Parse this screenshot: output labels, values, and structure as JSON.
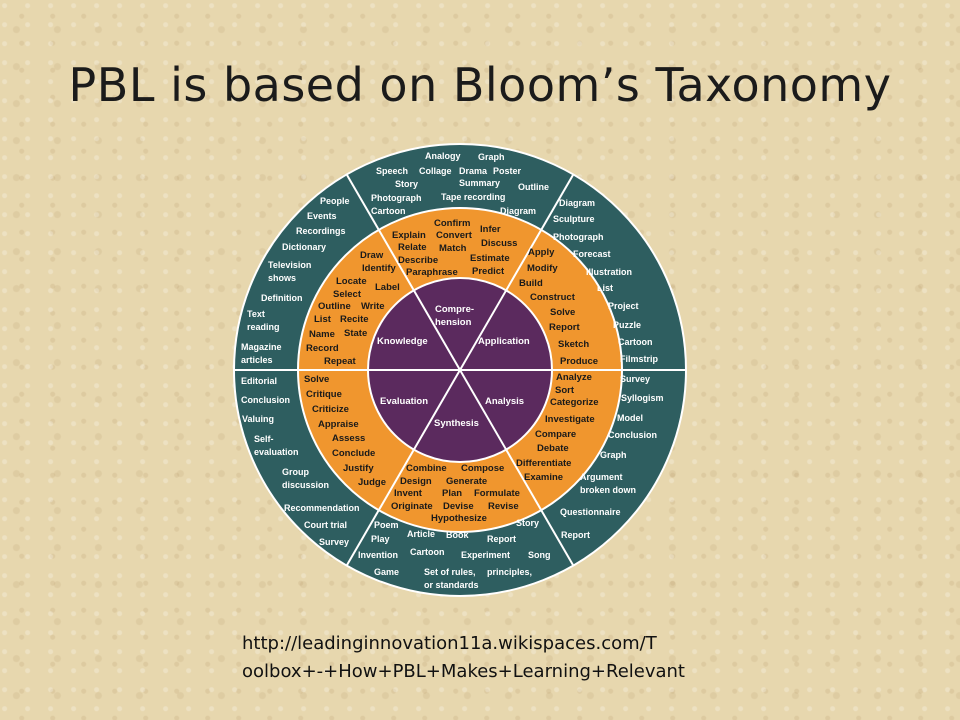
{
  "slide": {
    "title": "PBL is based on Bloom’s Taxonomy",
    "source_line1": "http://leadinginnovation11a.wikispaces.com/T",
    "source_line2": "oolbox+-+How+PBL+Makes+Learning+Relevant"
  },
  "colors": {
    "outer": "#2e5e60",
    "middle": "#f0962e",
    "inner": "#5b2a5e",
    "lines": "#ffffff",
    "dark_text": "#1a1a1a"
  },
  "wheel": {
    "core": [
      "Compre-",
      "hension",
      "Knowledge",
      "Application",
      "Evaluation",
      "Analysis",
      "Synthesis"
    ],
    "verbs": {
      "comprehension": [
        "Confirm",
        "Infer",
        "Explain",
        "Convert",
        "Discuss",
        "Relate",
        "Match",
        "Describe",
        "Estimate",
        "Paraphrase",
        "Predict"
      ],
      "knowledge": [
        "Draw",
        "Identify",
        "Locate",
        "Label",
        "Select",
        "Outline",
        "Write",
        "List",
        "Recite",
        "Name",
        "State",
        "Record",
        "Repeat"
      ],
      "application": [
        "Apply",
        "Modify",
        "Build",
        "Construct",
        "Solve",
        "Report",
        "Sketch",
        "Produce"
      ],
      "evaluation": [
        "Solve",
        "Critique",
        "Criticize",
        "Appraise",
        "Assess",
        "Conclude",
        "Justify",
        "Judge"
      ],
      "analysis": [
        "Analyze",
        "Sort",
        "Categorize",
        "Investigate",
        "Compare",
        "Debate",
        "Differentiate",
        "Examine"
      ],
      "synthesis": [
        "Combine",
        "Compose",
        "Design",
        "Generate",
        "Invent",
        "Plan",
        "Formulate",
        "Originate",
        "Devise",
        "Revise",
        "Hypothesize"
      ]
    },
    "products": {
      "comprehension": [
        "Analogy",
        "Graph",
        "Speech",
        "Collage",
        "Drama",
        "Poster",
        "Story",
        "Summary",
        "Outline",
        "Photograph",
        "Tape recording",
        "Cartoon",
        "Diagram"
      ],
      "knowledge": [
        "People",
        "Events",
        "Recordings",
        "Dictionary",
        "Television",
        "shows",
        "Definition",
        "Text",
        "reading",
        "Magazine",
        "articles"
      ],
      "application": [
        "Diagram",
        "Sculpture",
        "Photograph",
        "Forecast",
        "Illustration",
        "List",
        "Project",
        "Puzzle",
        "Cartoon",
        "Filmstrip"
      ],
      "evaluation": [
        "Editorial",
        "Conclusion",
        "Valuing",
        "Self-",
        "evaluation",
        "Group",
        "discussion",
        "Recommendation",
        "Court trial",
        "Survey"
      ],
      "analysis": [
        "Survey",
        "Syllogism",
        "Model",
        "Conclusion",
        "Graph",
        "Argument",
        "broken down",
        "Questionnaire",
        "Report"
      ],
      "synthesis": [
        "Poem",
        "Play",
        "Article",
        "Book",
        "Story",
        "Report",
        "Invention",
        "Cartoon",
        "Experiment",
        "Song",
        "Game",
        "Set of rules,",
        "principles,",
        "or standards"
      ]
    }
  }
}
